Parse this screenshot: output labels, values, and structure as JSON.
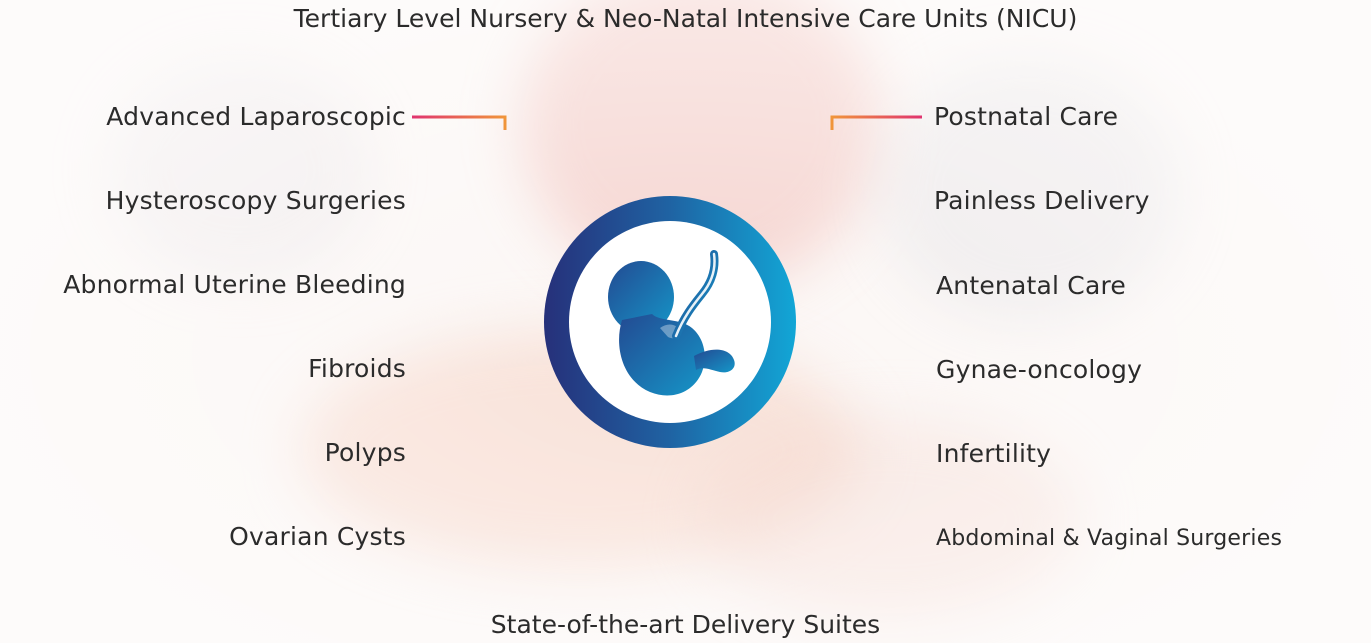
{
  "top_title": "Tertiary Level Nursery & Neo-Natal Intensive Care Units (NICU)",
  "bottom_title": "State-of-the-art Delivery Suites",
  "left_items": [
    "Advanced Laparoscopic",
    "Hysteroscopy Surgeries",
    "Abnormal Uterine Bleeding",
    "Fibroids",
    "Polyps",
    "Ovarian Cysts"
  ],
  "right_items": [
    "Postnatal Care",
    "Painless Delivery",
    "Antenatal Care",
    "Gynae-oncology",
    "Infertility",
    "Abdominal & Vaginal Surgeries"
  ],
  "colors": {
    "line_pink": "#e0336f",
    "line_orange": "#f0953a",
    "emblem_dark": "#2b3a8a",
    "emblem_light": "#1aa0d0"
  },
  "center_icon": "fetus-icon"
}
